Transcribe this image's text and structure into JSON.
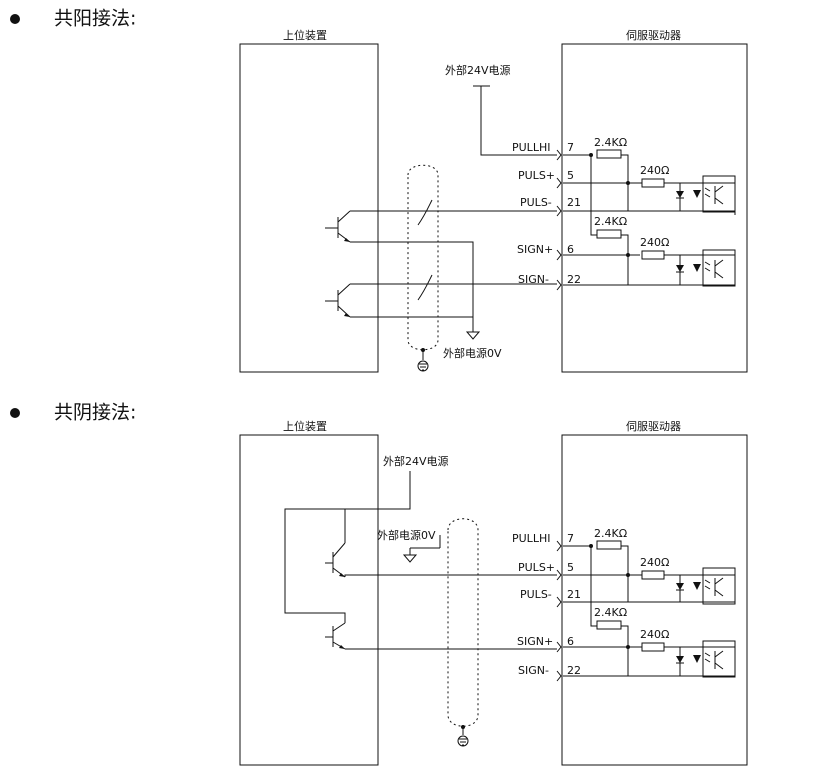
{
  "sections": [
    {
      "heading": "共阳接法:",
      "host_device_label": "上位装置",
      "servo_drive_label": "伺服驱动器",
      "ext_24v_label": "外部24V电源",
      "ext_0v_label": "外部电源0V",
      "signals": [
        {
          "name": "PULLHI",
          "pin": "7"
        },
        {
          "name": "PULS+",
          "pin": "5"
        },
        {
          "name": "PULS-",
          "pin": "21"
        },
        {
          "name": "SIGN+",
          "pin": "6"
        },
        {
          "name": "SIGN-",
          "pin": "22"
        }
      ],
      "resistors": {
        "r1": "2.4KΩ",
        "r2": "240Ω",
        "r3": "2.4KΩ",
        "r4": "240Ω"
      }
    },
    {
      "heading": "共阴接法:",
      "host_device_label": "上位装置",
      "servo_drive_label": "伺服驱动器",
      "ext_24v_label": "外部24V电源",
      "ext_0v_label": "外部电源0V",
      "signals": [
        {
          "name": "PULLHI",
          "pin": "7"
        },
        {
          "name": "PULS+",
          "pin": "5"
        },
        {
          "name": "PULS-",
          "pin": "21"
        },
        {
          "name": "SIGN+",
          "pin": "6"
        },
        {
          "name": "SIGN-",
          "pin": "22"
        }
      ],
      "resistors": {
        "r1": "2.4KΩ",
        "r2": "240Ω",
        "r3": "2.4KΩ",
        "r4": "240Ω"
      }
    }
  ]
}
